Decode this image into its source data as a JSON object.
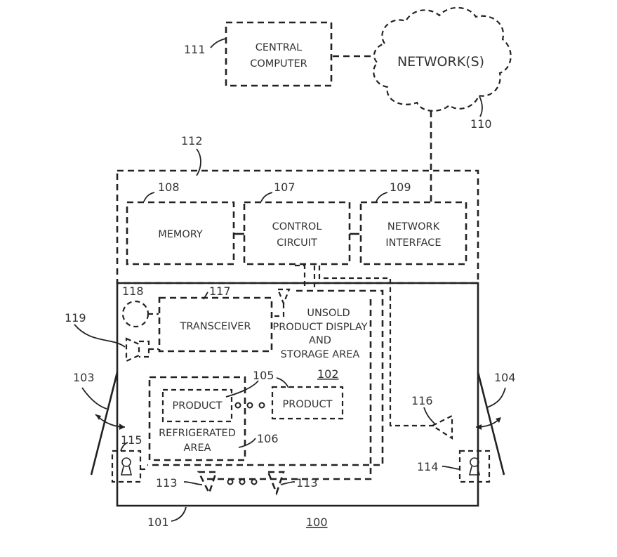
{
  "diagram": {
    "figure_ref": "100",
    "nodes": {
      "central_computer": {
        "ref": "111",
        "line1": "CENTRAL",
        "line2": "COMPUTER"
      },
      "networks": {
        "ref": "110",
        "label": "NETWORK(S)"
      },
      "control_unit": {
        "ref": "112"
      },
      "memory": {
        "ref": "108",
        "label": "MEMORY"
      },
      "control_circuit": {
        "ref": "107",
        "line1": "CONTROL",
        "line2": "CIRCUIT"
      },
      "network_interface": {
        "ref": "109",
        "line1": "NETWORK",
        "line2": "INTERFACE"
      },
      "transceiver": {
        "ref": "117",
        "label": "TRANSCEIVER"
      },
      "camera": {
        "ref": "118"
      },
      "speaker": {
        "ref": "119"
      },
      "storage_area": {
        "ref": "102",
        "line1": "UNSOLD",
        "line2": "PRODUCT DISPLAY",
        "line3": "AND",
        "line4": "STORAGE AREA"
      },
      "product_a": {
        "label": "PRODUCT"
      },
      "product_b": {
        "label": "PRODUCT"
      },
      "product_ref": "105",
      "refrigerated_area": {
        "ref": "106",
        "line1": "REFRIGERATED",
        "line2": "AREA"
      },
      "sensors": {
        "ref_left": "113",
        "ref_right": "113"
      },
      "door_left": {
        "ref": "103"
      },
      "door_right": {
        "ref": "104"
      },
      "lock_left": {
        "ref": "115"
      },
      "lock_right": {
        "ref": "114"
      },
      "sensor_116": {
        "ref": "116"
      },
      "enclosure": {
        "ref": "101"
      }
    }
  }
}
